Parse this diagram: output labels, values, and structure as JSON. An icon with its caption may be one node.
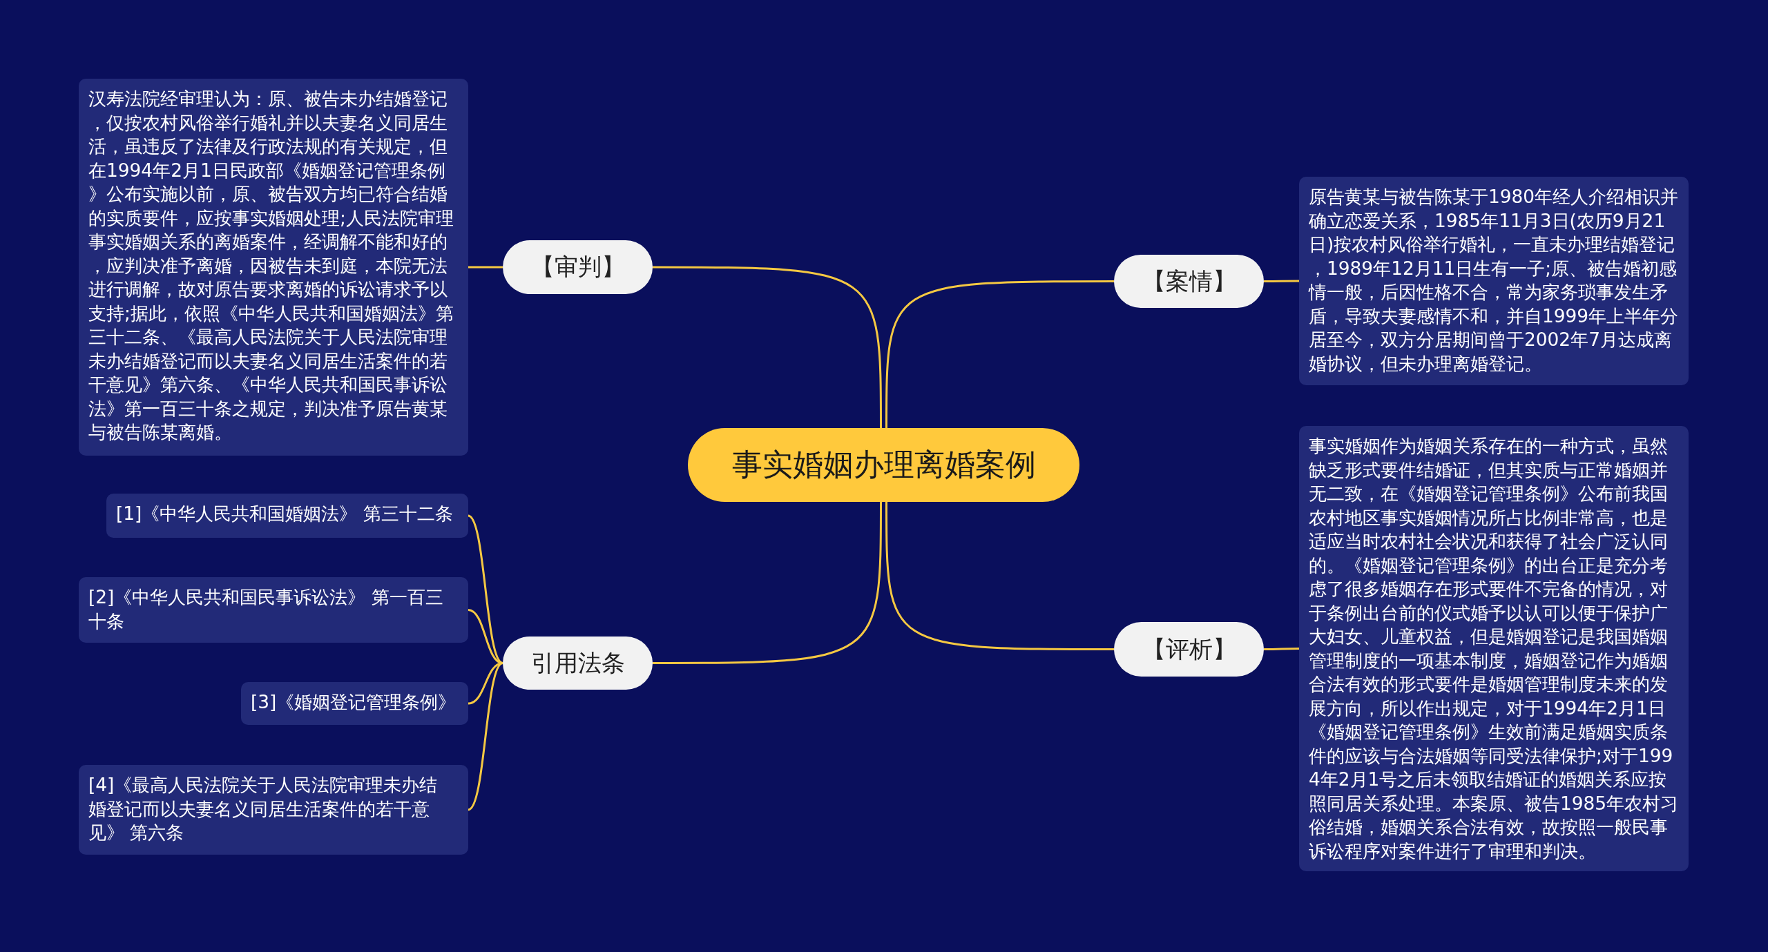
{
  "diagram": {
    "nodes": [
      {
        "text": [
          "事实婚姻办理离婚案例"
        ]
      },
      {
        "text": [
          "【审判】"
        ]
      },
      {
        "text": [
          "汉寿法院经审理认为：原、被告未办结婚登记，仅按农村风俗举行婚礼并以夫妻名义同居生活，虽违反了法律及行政法规的有关规定，但在1994年2月1日民政部《婚姻登记管理条例》公布实施以前，原、被告双方均已符合结婚的实质要件，应按事实婚姻处理;人民法院审理事实婚姻关系的离婚案件，经调解不能和好的，应判决准予离婚，因被告未到庭，本院无法进行调解，故对原告要求离婚的诉讼请求予以支持;据此，依照《中华人民共和国婚姻法》第三十二条、《最高人民法院关于人民法院审理未办结婚登记而以夫妻名义同居生活案件的若干意见》第六条、《中华人民共和国民事诉讼法》第一百三十条之规定，判决准予原告黄某与被告陈某离婚。"
        ]
      },
      {
        "text": [
          "【案情】"
        ]
      },
      {
        "text": [
          "原告黄某与被告陈某于1980年经人介绍相识并确立恋爱关系，1985年11月3日(农历9月21日)按农村风俗举行婚礼，一直未办理结婚登记，1989年12月11日生有一子;原、被告婚初感情一般，后因性格不合，常为家务琐事发生矛盾，导致夫妻感情不和，并自1999年上半年分居至今，双方分居期间曾于2002年7月达成离婚协议，但未办理离婚登记。"
        ]
      },
      {
        "text": [
          "引用法条"
        ]
      },
      {
        "text": [
          "[1]《中华人民共和国婚姻法》 第三十二条"
        ]
      },
      {
        "text": [
          "[2]《中华人民共和国民事诉讼法》 第一百三十条"
        ]
      },
      {
        "text": [
          "[3]《婚姻登记管理条例》"
        ]
      },
      {
        "text": [
          "[4]《最高人民法院关于人民法院审理未办结婚登记而以夫妻名义同居生活案件的若干意见》 第六条"
        ]
      },
      {
        "text": [
          "【评析】"
        ]
      },
      {
        "text": [
          "事实婚姻作为婚姻关系存在的一种方式，虽然缺乏形式要件结婚证，但其实质与正常婚姻并无二致，在《婚姻登记管理条例》公布前我国农村地区事实婚姻情况所占比例非常高，也是适应当时农村社会状况和获得了社会广泛认同的。《婚姻登记管理条例》的出台正是充分考虑了很多婚姻存在形式要件不完备的情况，对于条例出台前的仪式婚予以认可以便于保护广大妇女、儿童权益，但是婚姻登记是我国婚姻管理制度的一项基本制度，婚姻登记作为婚姻合法有效的形式要件是婚姻管理制度未来的发展方向，所以作出规定，对于1994年2月1日《婚姻登记管理条例》生效前满足婚姻实质条件的应该与合法婚姻等同受法律保护;对于1994年2月1号之后未领取结婚证的婚姻关系应按照同居关系处理。本案原、被告1985年农村习俗结婚，婚姻关系合法有效，故按照一般民事诉讼程序对案件进行了审理和判决。"
        ]
      }
    ],
    "edges": [
      {
        "from": 0,
        "to": 1,
        "arrow": "none"
      },
      {
        "from": 1,
        "to": 2,
        "arrow": "none"
      },
      {
        "from": 0,
        "to": 3,
        "arrow": "none"
      },
      {
        "from": 3,
        "to": 4,
        "arrow": "none"
      },
      {
        "from": 0,
        "to": 5,
        "arrow": "none"
      },
      {
        "from": 5,
        "to": 6,
        "arrow": "none"
      },
      {
        "from": 5,
        "to": 7,
        "arrow": "none"
      },
      {
        "from": 5,
        "to": 8,
        "arrow": "none"
      },
      {
        "from": 5,
        "to": 9,
        "arrow": "none"
      },
      {
        "from": 0,
        "to": 10,
        "arrow": "none"
      },
      {
        "from": 10,
        "to": 11,
        "arrow": "none"
      }
    ]
  }
}
